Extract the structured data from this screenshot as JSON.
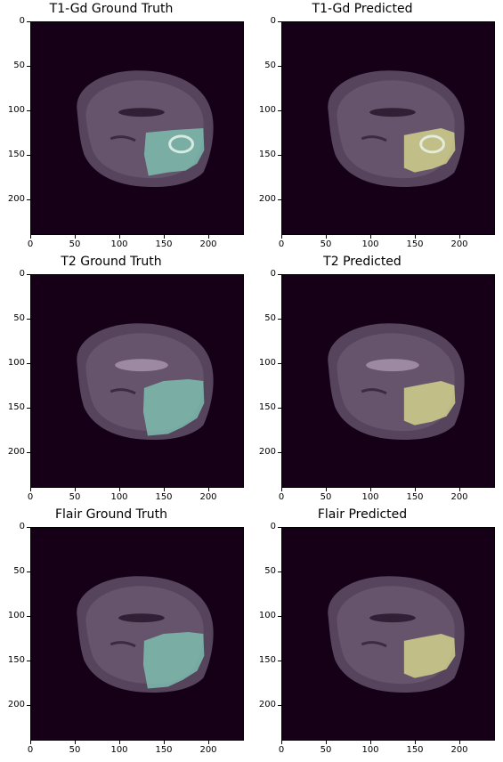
{
  "figure": {
    "panels": [
      {
        "id": "t1gd-gt",
        "title": "T1-Gd Ground Truth",
        "overlay": "ground-truth",
        "modality": "t1gd"
      },
      {
        "id": "t1gd-pred",
        "title": "T1-Gd Predicted",
        "overlay": "predicted",
        "modality": "t1gd"
      },
      {
        "id": "t2-gt",
        "title": "T2 Ground Truth",
        "overlay": "ground-truth",
        "modality": "t2"
      },
      {
        "id": "t2-pred",
        "title": "T2 Predicted",
        "overlay": "predicted",
        "modality": "t2"
      },
      {
        "id": "flair-gt",
        "title": "Flair Ground Truth",
        "overlay": "ground-truth",
        "modality": "flair"
      },
      {
        "id": "flair-pred",
        "title": "Flair Predicted",
        "overlay": "predicted",
        "modality": "flair"
      }
    ],
    "axes": {
      "x_ticks": [
        "0",
        "50",
        "100",
        "150",
        "200"
      ],
      "y_ticks": [
        "0",
        "50",
        "100",
        "150",
        "200"
      ],
      "x_range": [
        0,
        240
      ],
      "y_range": [
        0,
        240
      ]
    },
    "colors": {
      "background": "#150018",
      "brain": "#5a4860",
      "brain_light": "#7a6880",
      "ground_truth_overlay": "#7fc4b4",
      "predicted_overlay": "#d8d890",
      "enhancing_ring": "#e8f4ec"
    }
  }
}
